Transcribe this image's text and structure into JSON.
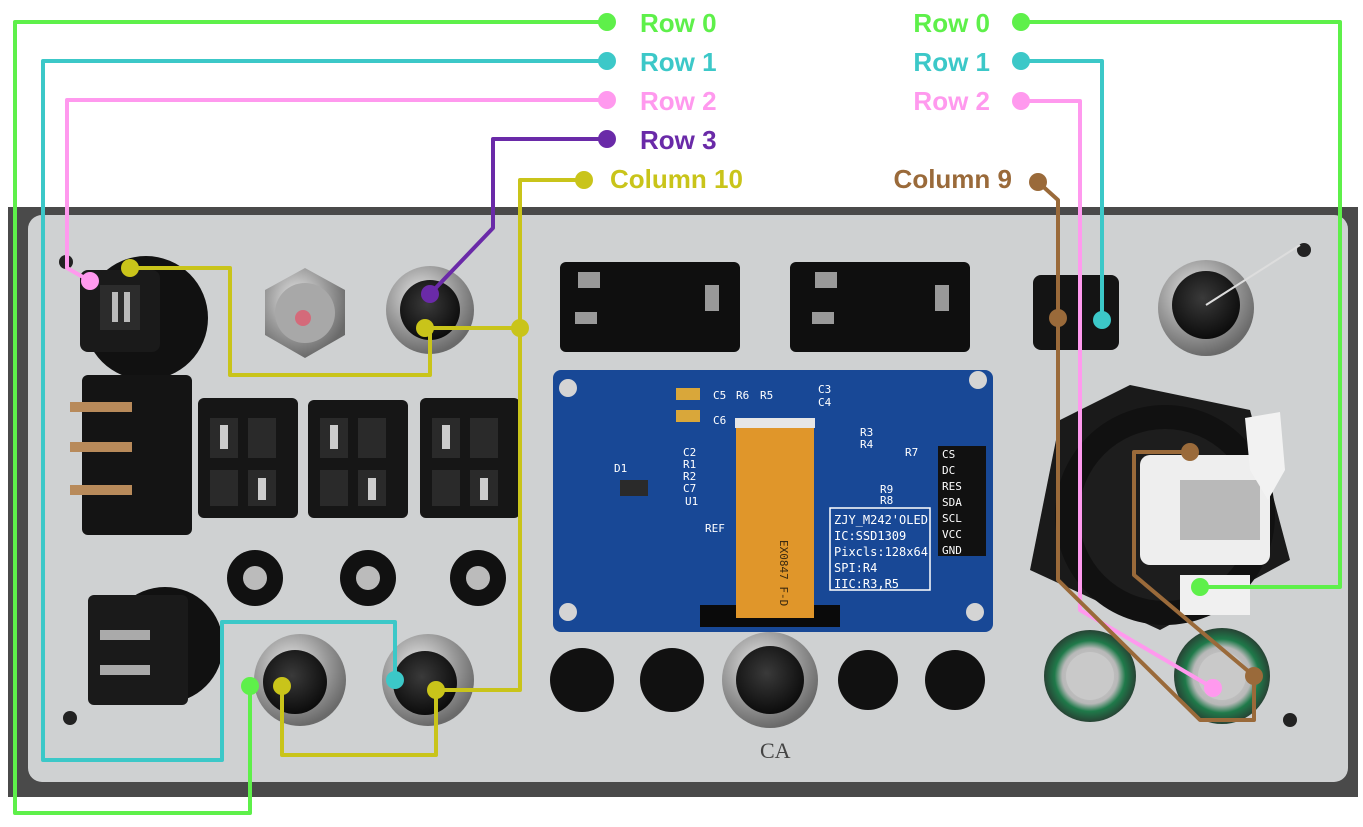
{
  "colors": {
    "row0": "#5ef04a",
    "row1": "#3cc8c8",
    "row2": "#ff99ee",
    "row3": "#6a2aa8",
    "column10": "#c9c41a",
    "column9": "#9a6a3a",
    "panel": "#c8cacb",
    "pcb": "#1b4fa3",
    "ribbon": "#e0962a"
  },
  "labels": {
    "left_row0": "Row 0",
    "left_row1": "Row 1",
    "left_row2": "Row 2",
    "left_row3": "Row 3",
    "left_column10": "Column 10",
    "right_row0": "Row 0",
    "right_row1": "Row 1",
    "right_row2": "Row 2",
    "right_column9": "Column 9"
  },
  "pcb": {
    "info_lines": [
      "ZJY_M242'OLED",
      "IC:SSD1309",
      "Pixcls:128x64",
      "SPI:R4",
      "IIC:R3,R5"
    ],
    "pins": [
      "CS",
      "DC",
      "RES",
      "SDA",
      "SCL",
      "VCC",
      "GND"
    ],
    "ribbon_text": "EX0847 F-D",
    "component_labels": [
      "C5",
      "R6",
      "R5",
      "C3",
      "C4",
      "C2",
      "R1",
      "R2",
      "C7",
      "U1",
      "R3",
      "R4",
      "R7",
      "R9",
      "R8",
      "D1",
      "C6"
    ],
    "ref_text": "REF"
  },
  "panel": {
    "handwriting": "CA"
  }
}
